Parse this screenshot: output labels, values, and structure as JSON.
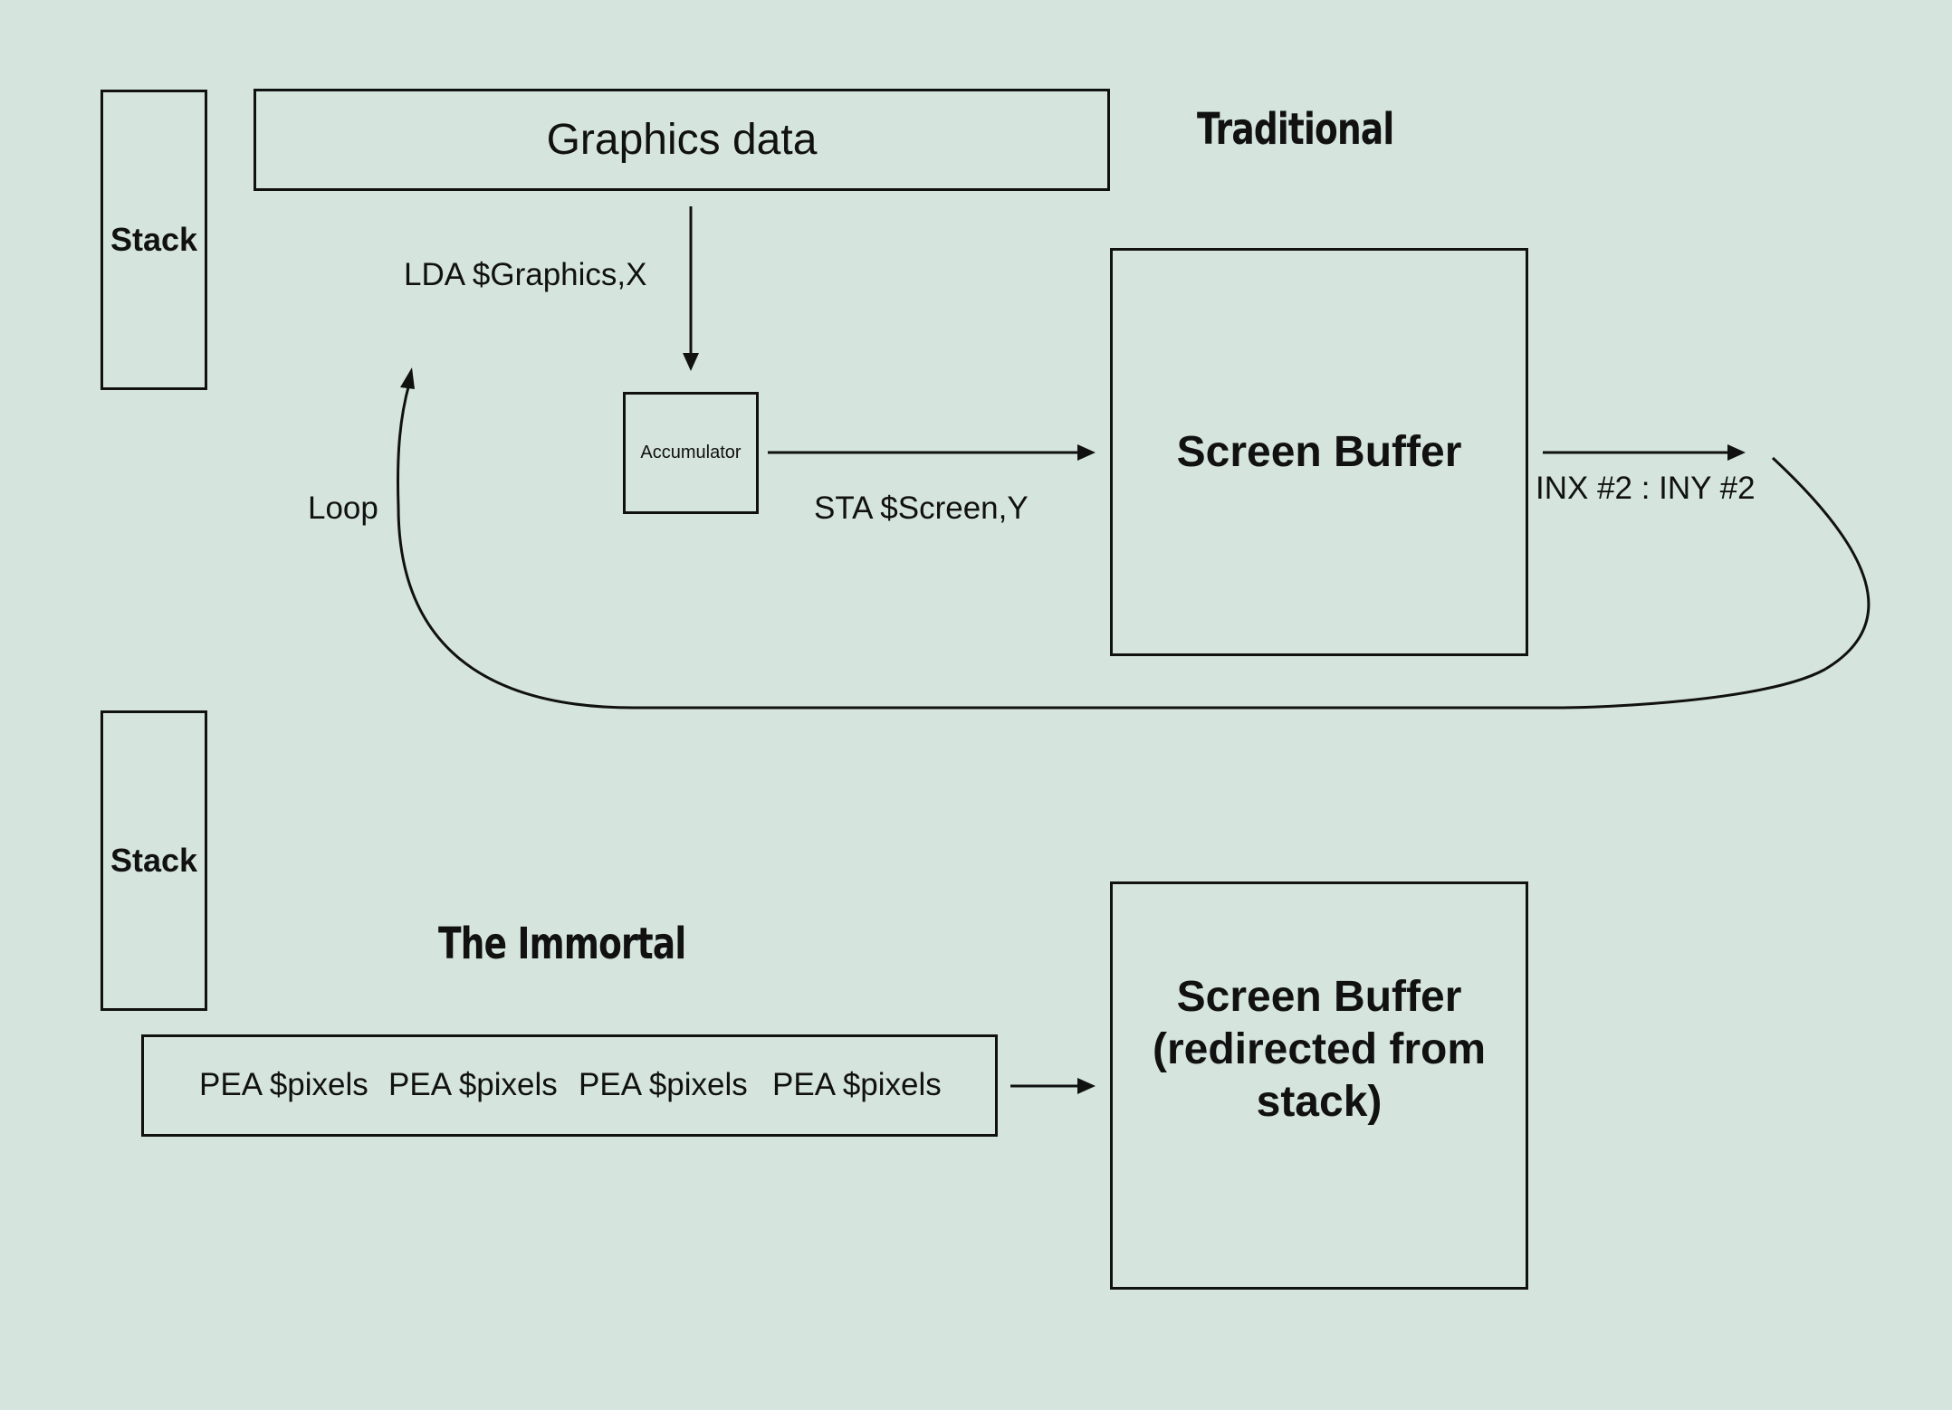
{
  "traditional": {
    "heading": "Traditional",
    "stack_label": "Stack",
    "graphics_label": "Graphics data",
    "load_instruction": "LDA $Graphics,X",
    "accumulator_label": "Accumulator",
    "store_instruction": "STA $Screen,Y",
    "screen_label": "Screen Buffer",
    "increment_instruction": "INX #2 : INY #2",
    "loop_label": "Loop"
  },
  "immortal": {
    "heading": "The Immortal",
    "stack_label": "Stack",
    "pea_instructions": [
      "PEA $pixels",
      "PEA $pixels",
      "PEA $pixels",
      "PEA $pixels"
    ],
    "screen_label_lines": [
      "Screen Buffer",
      "(redirected from",
      "stack)"
    ]
  }
}
